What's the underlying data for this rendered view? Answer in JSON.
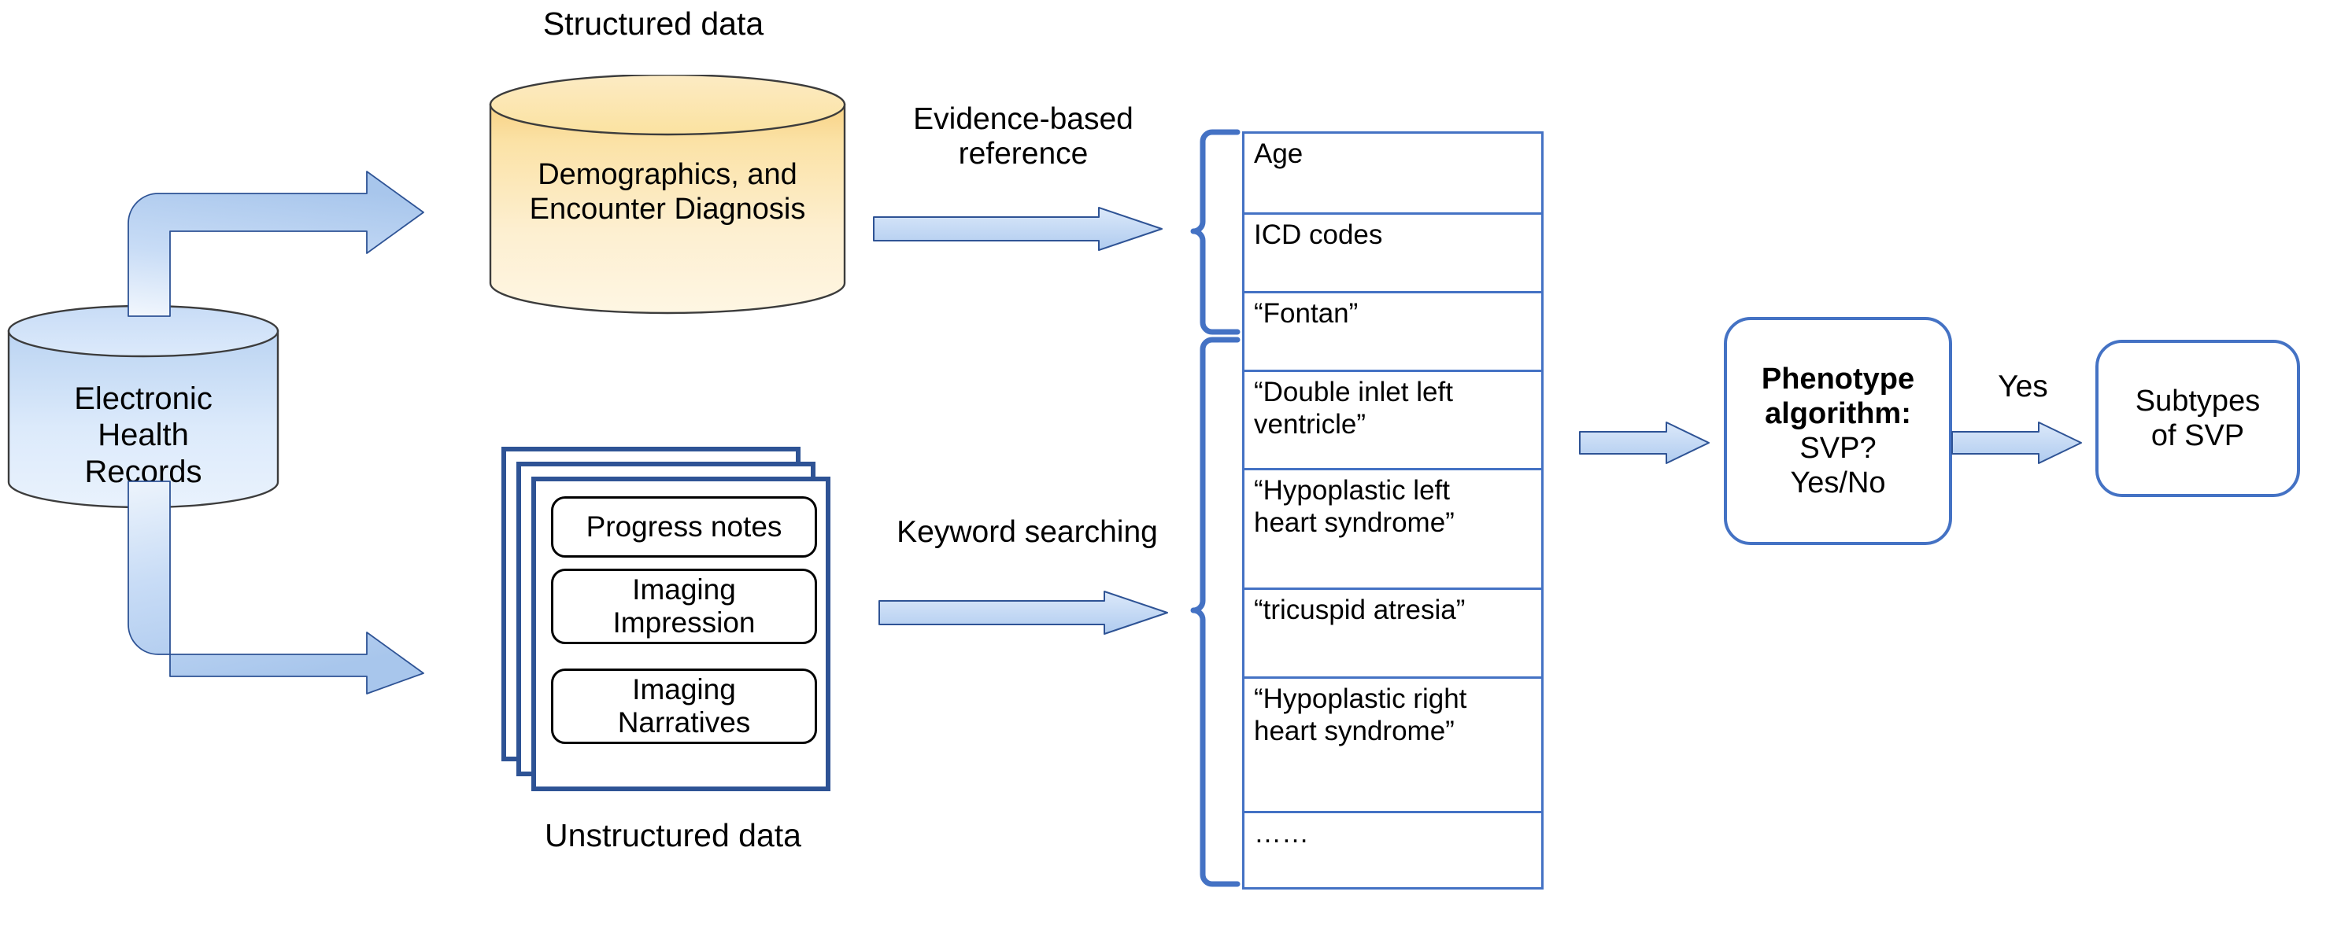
{
  "diagram": {
    "title_structured": "Structured data",
    "title_unstructured": "Unstructured data",
    "colors": {
      "arrow_fill_light": "#DCE6F5",
      "arrow_fill_blue": "#A8C6EC",
      "arrow_stroke": "#2E5395",
      "table_border": "#4472C4",
      "node_border": "#4472C4",
      "doc_border": "#2E5395",
      "cylinder_blue_top": "#CFE0F7",
      "cylinder_blue_bottom": "#E8F1FC",
      "cylinder_yellow_top": "#FBE2A0",
      "cylinder_yellow_bottom": "#FDF3DC",
      "brace_stroke": "#4472C4"
    }
  },
  "source": {
    "ehr": {
      "label": "Electronic\nHealth\nRecords",
      "icon": "database-cylinder-icon"
    }
  },
  "structured": {
    "caption": "Structured data",
    "cylinder_label": "Demographics, and\nEncounter Diagnosis",
    "icon": "database-cylinder-icon"
  },
  "unstructured": {
    "caption": "Unstructured data",
    "icon": "document-stack-icon",
    "items": [
      {
        "label": "Progress notes"
      },
      {
        "label": "Imaging\nImpression"
      },
      {
        "label": "Imaging\nNarratives"
      }
    ]
  },
  "arrows": {
    "ehr_to_structured": {
      "name": "curved-arrow-up-right-icon",
      "label": ""
    },
    "ehr_to_unstructured": {
      "name": "curved-arrow-down-right-icon",
      "label": ""
    },
    "structured_to_table": {
      "name": "arrow-right-icon",
      "label": "Evidence-based\nreference"
    },
    "unstructured_to_table": {
      "name": "arrow-right-icon",
      "label": "Keyword searching"
    },
    "table_to_algorithm": {
      "name": "arrow-right-icon",
      "label": ""
    },
    "algorithm_to_subtypes": {
      "name": "arrow-right-icon",
      "label": "Yes"
    }
  },
  "criteria_table": {
    "name": "criteria-list",
    "rows": [
      {
        "label": "Age",
        "group": "structured"
      },
      {
        "label": "ICD codes",
        "group": "structured"
      },
      {
        "label": "“Fontan”",
        "group": "keyword"
      },
      {
        "label": "“Double inlet left\nventricle”",
        "group": "keyword"
      },
      {
        "label": "“Hypoplastic left\nheart syndrome”",
        "group": "keyword"
      },
      {
        "label": "“tricuspid atresia”",
        "group": "keyword"
      },
      {
        "label": "“Hypoplastic right\nheart syndrome”",
        "group": "keyword"
      },
      {
        "label": "……",
        "group": "keyword"
      }
    ],
    "braces": [
      {
        "name": "brace-structured",
        "covers": "Age, ICD codes"
      },
      {
        "name": "brace-keywords",
        "covers": "keyword rows"
      }
    ]
  },
  "algorithm": {
    "title": "Phenotype\nalgorithm:",
    "subtitle": "SVP?\nYes/No"
  },
  "outcome": {
    "label": "Subtypes\nof SVP"
  }
}
